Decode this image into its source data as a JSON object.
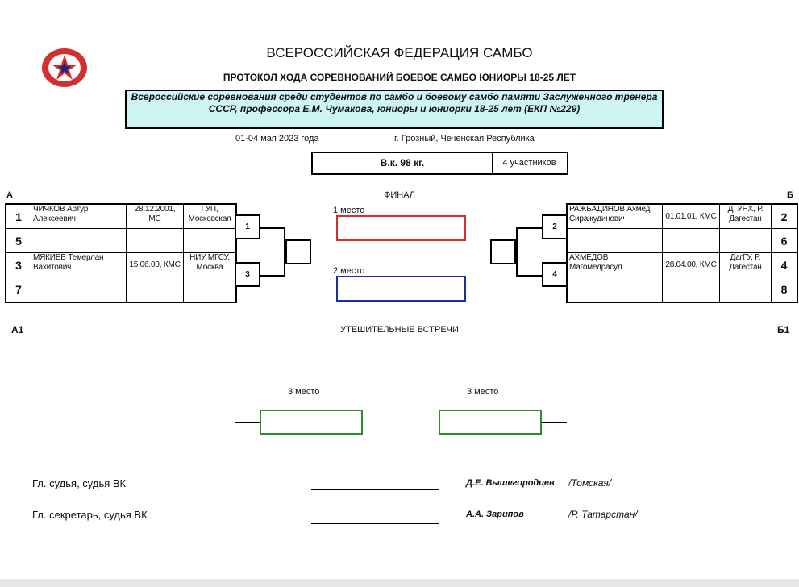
{
  "header": {
    "federation": "ВСЕРОССИЙСКАЯ ФЕДЕРАЦИЯ САМБО",
    "protocol": "ПРОТОКОЛ ХОДА СОРЕВНОВАНИЙ БОЕВОЕ САМБО ЮНИОРЫ 18-25 ЛЕТ",
    "event_line1": "Всероссийские соревнования среди студентов по самбо и боевому самбо памяти Заслуженного тренера",
    "event_line2": "СССР, профессора Е.М. Чумакова, юниоры и юниорки 18-25 лет (ЕКП №229)",
    "date": "01-04 мая 2023 года",
    "place": "г. Грозный, Чеченская Республика",
    "weight": "В.к.  98   кг.",
    "participants": "4 участников"
  },
  "logo": {
    "icon": "sambo-star-logo",
    "ring_color": "#d32f2f",
    "star_color": "#d32f2f",
    "center_color": "#1a237e"
  },
  "labels": {
    "group_a": "А",
    "group_b": "Б",
    "final": "ФИНАЛ",
    "place1": "1 место",
    "place2": "2 место",
    "place3": "3 место",
    "group_a1": "А1",
    "group_b1": "Б1",
    "consolation": "УТЕШИТЕЛЬНЫЕ ВСТРЕЧИ"
  },
  "pool_a": [
    {
      "num": "1",
      "name_line1": "ЧИЧКОВ Артур",
      "name_line2": "Алексеевич",
      "info_line1": "28.12.2001,",
      "info_line2": "МС",
      "org_line1": "ГУП,",
      "org_line2": "Московская",
      "seed": "1"
    },
    {
      "num": "5",
      "name_line1": "",
      "name_line2": "",
      "info_line1": "",
      "info_line2": "",
      "org_line1": "",
      "org_line2": "",
      "seed": ""
    },
    {
      "num": "3",
      "name_line1": "МЯКИЕВ Темерлан",
      "name_line2": "Вахитович",
      "info_line1": "15.06.00, КМС",
      "info_line2": "",
      "org_line1": "НИУ МГСУ,",
      "org_line2": "Москва",
      "seed": "3"
    },
    {
      "num": "7",
      "name_line1": "",
      "name_line2": "",
      "info_line1": "",
      "info_line2": "",
      "org_line1": "",
      "org_line2": "",
      "seed": ""
    }
  ],
  "pool_b": [
    {
      "num": "2",
      "name_line1": "РАЖБАДИНОВ Ахмед",
      "name_line2": "Сиражудинович",
      "info_line1": "01.01.01, КМС",
      "info_line2": "",
      "org_line1": "ДГУНХ, Р.",
      "org_line2": "Дагестан",
      "seed": "2"
    },
    {
      "num": "6",
      "name_line1": "",
      "name_line2": "",
      "info_line1": "",
      "info_line2": "",
      "org_line1": "",
      "org_line2": "",
      "seed": ""
    },
    {
      "num": "4",
      "name_line1": "АХМЕДОВ",
      "name_line2": "Магомедрасул",
      "info_line1": "28.04.00, КМС",
      "info_line2": "",
      "org_line1": "ДагГУ, Р.",
      "org_line2": "Дагестан",
      "seed": "4"
    },
    {
      "num": "8",
      "name_line1": "",
      "name_line2": "",
      "info_line1": "",
      "info_line2": "",
      "org_line1": "",
      "org_line2": "",
      "seed": ""
    }
  ],
  "colors": {
    "first_place": "#d32f2f",
    "second_place": "#1a2ea8",
    "third_place": "#2e8b2e",
    "event_bg": "#cff4f4"
  },
  "signatures": [
    {
      "role": "Гл. судья, судья ВК",
      "name": "Д.Е. Вышегородцев",
      "region": "/Томская/"
    },
    {
      "role": "Гл. секретарь, судья ВК",
      "name": "А.А. Зарипов",
      "region": "/Р. Татарстан/"
    }
  ]
}
